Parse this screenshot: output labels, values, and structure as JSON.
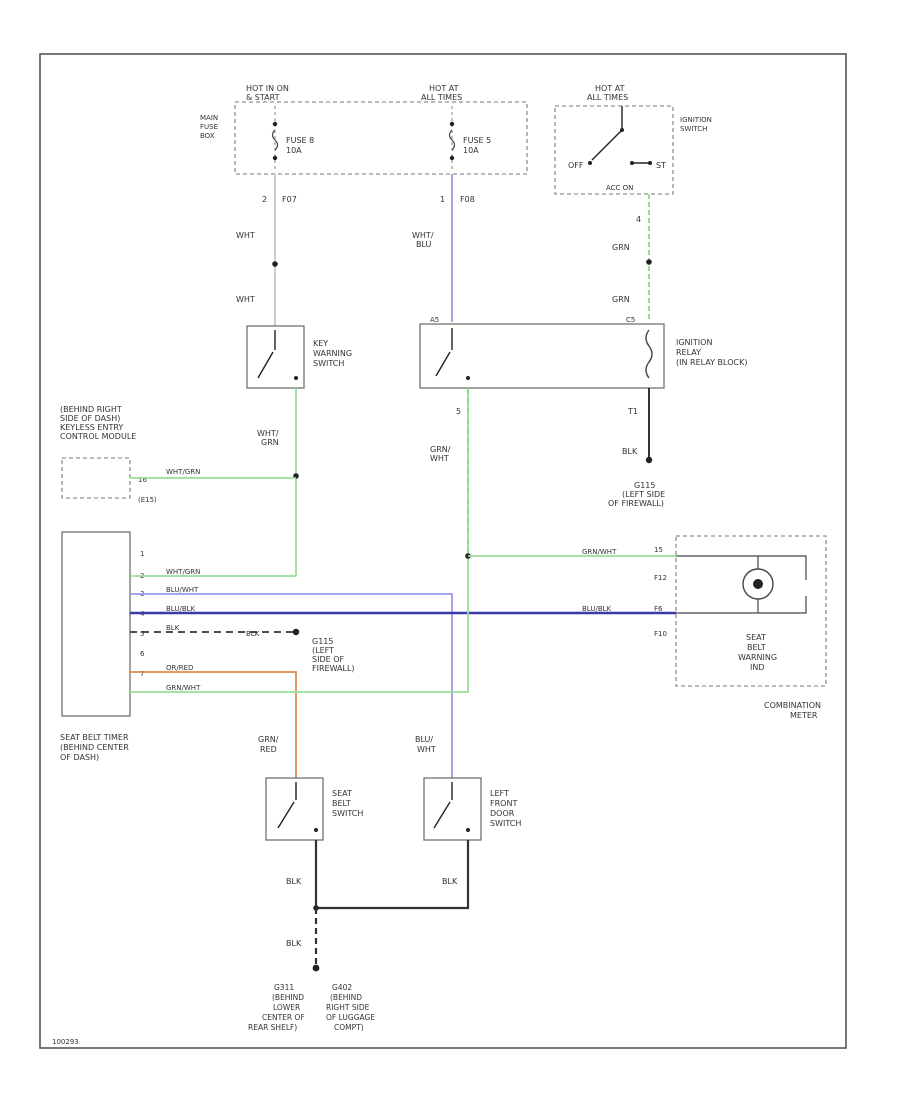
{
  "colors": {
    "wht": "#c8c8c8",
    "wht_blu": "#9999ee",
    "grn": "#88dd88",
    "wht_grn": "#99dd99",
    "blu_wht": "#8888ee",
    "blu_blk": "#3a3aa8",
    "blk": "#333333",
    "orn_red": "#e08a50",
    "grn_wht": "#99dd99",
    "blu_wht_lr": "#9999ee"
  },
  "top": {
    "hot_run_start": [
      "HOT IN ON",
      "& START"
    ],
    "hot_all_times_1": [
      "HOT AT",
      "ALL TIMES"
    ],
    "hot_all_times_2": [
      "HOT AT",
      "ALL TIMES"
    ],
    "main_fuse_box": [
      "MAIN",
      "FUSE",
      "BOX"
    ],
    "fuse_8": [
      "FUSE 8",
      "10A"
    ],
    "fuse_5": [
      "FUSE 5",
      "10A"
    ],
    "ignition_switch": [
      "IGNITION",
      "SWITCH"
    ],
    "sw_off": "OFF",
    "sw_st": "ST",
    "sw_acc_on": "ACC   ON",
    "pin_2": "2",
    "pin_f07": "F07",
    "pin_1": "1",
    "pin_f08": "F08",
    "pin_4": "4"
  },
  "wires": {
    "wht_1": "WHT",
    "wht_2": "WHT",
    "wht_blu": [
      "WHT/",
      "BLU"
    ],
    "grn_1": "GRN",
    "grn_2": "GRN",
    "wht_grn_vert": [
      "WHT/",
      "GRN"
    ],
    "grn_wht_vert": [
      "GRN/",
      "WHT"
    ],
    "blk_relay": "BLK",
    "pin_t1": "T1",
    "pin_5": "5",
    "pin_a5": "A5",
    "pin_c5": "C5",
    "wht_grn_h1": "WHT/GRN",
    "wht_grn_h2": "WHT/GRN",
    "blu_wht_h": "BLU/WHT",
    "blu_blk_h": "BLU/BLK",
    "blk_h": "BLK",
    "blk_h2": "BLK",
    "orn_red_h": "OR/RED",
    "grn_wht_h": "GRN/WHT",
    "grn_wht_right": "GRN/WHT",
    "blu_blk_right": "BLU/BLK",
    "grn_red": [
      "GRN/",
      "RED"
    ],
    "blu_wht_door": [
      "BLU/",
      "WHT"
    ],
    "blk_sbs": "BLK",
    "blk_door": "BLK",
    "blk_gnd": "BLK",
    "pin_16": "16",
    "pin_15": "15",
    "pin_f12": "F12",
    "pin_f10": "F10",
    "pin_f6": "F6",
    "pin_e15": "(E15)",
    "timer_pins": [
      "1",
      "2",
      "3",
      "4",
      "5",
      "6",
      "7"
    ]
  },
  "components": {
    "key_warning_switch": [
      "KEY",
      "WARNING",
      "SWITCH"
    ],
    "ignition_relay": [
      "IGNITION",
      "RELAY",
      "(IN RELAY BLOCK)"
    ],
    "g115": [
      "G115",
      "(LEFT SIDE",
      "OF FIREWALL)"
    ],
    "keyless_module": [
      "(BEHIND RIGHT",
      "SIDE OF DASH)",
      "KEYLESS ENTRY",
      "CONTROL MODULE"
    ],
    "g115_b": [
      "G115",
      "(LEFT",
      "SIDE OF",
      "FIREWALL)"
    ],
    "seat_belt_timer": [
      "SEAT BELT TIMER",
      "(BEHIND CENTER",
      "OF DASH)"
    ],
    "seat_belt_warning_ind": [
      "SEAT",
      "BELT",
      "WARNING",
      "IND"
    ],
    "combination_meter": [
      "COMBINATION",
      "METER"
    ],
    "seat_belt_switch": [
      "SEAT",
      "BELT",
      "SWITCH"
    ],
    "left_front_door_switch": [
      "LEFT",
      "FRONT",
      "DOOR",
      "SWITCH"
    ],
    "g311": [
      "G311",
      "(BEHIND",
      "LOWER",
      "CENTER OF",
      "REAR SHELF)"
    ],
    "g402": [
      "G402",
      "(BEHIND",
      "RIGHT SIDE",
      "OF LUGGAGE",
      "COMPT)"
    ]
  },
  "footer": {
    "code": "100293"
  }
}
